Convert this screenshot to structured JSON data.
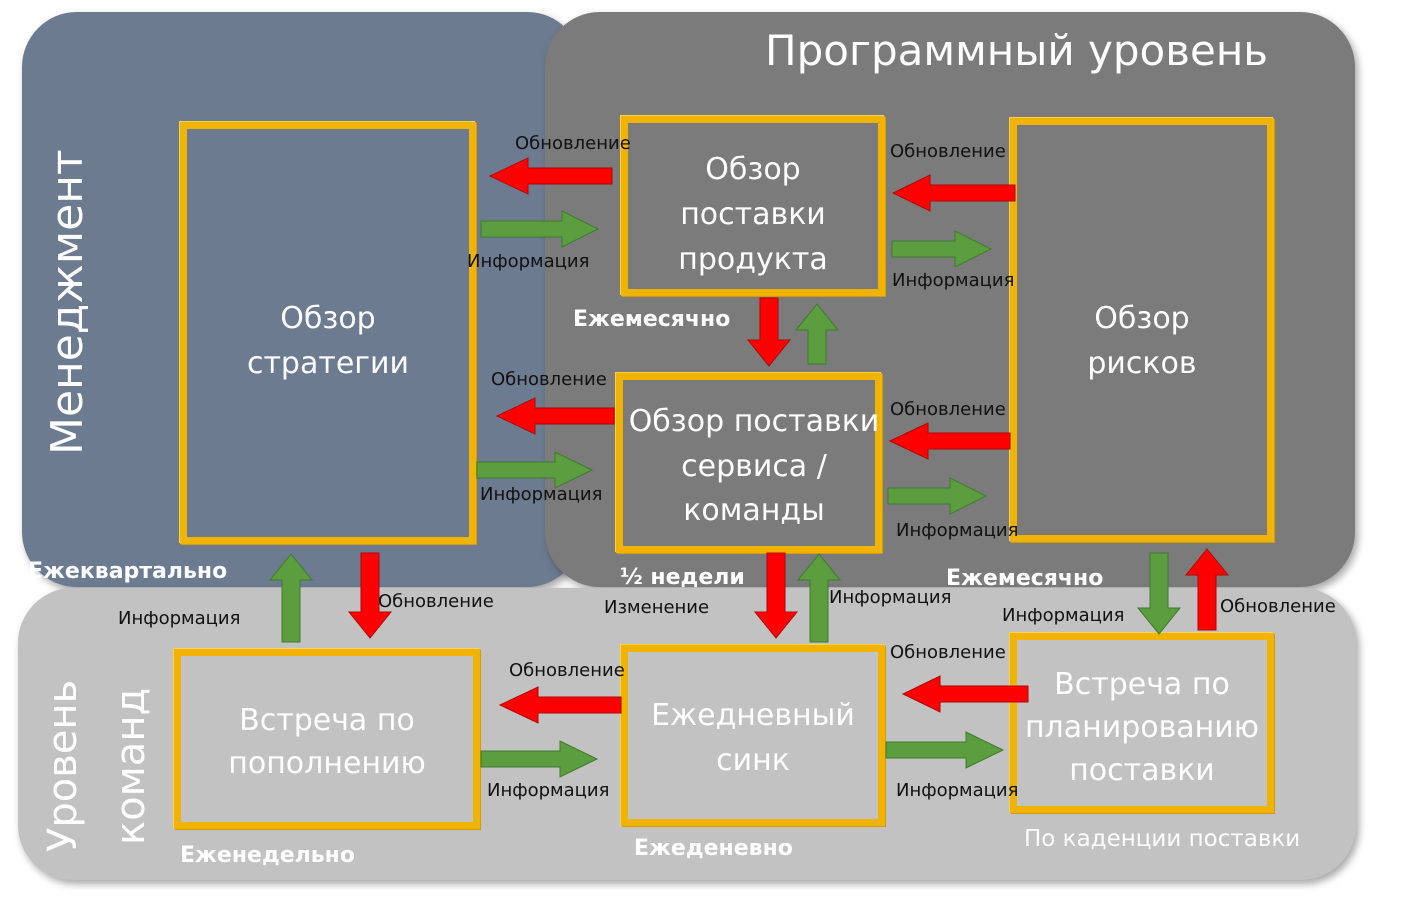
{
  "panels": {
    "management": "Менеджмент",
    "program": "Программный уровень",
    "team_line1": "Уровень",
    "team_line2": "команд"
  },
  "boxes": {
    "strategy": [
      "Обзор",
      "стратегии"
    ],
    "product_delivery": [
      "Обзор",
      "поставки",
      "продукта"
    ],
    "service_delivery": [
      "Обзор поставки",
      "сервиса / команды"
    ],
    "risk": [
      "Обзор",
      "рисков"
    ],
    "replenishment": [
      "Встреча по",
      "пополнению"
    ],
    "daily_sync": [
      "Ежедневный",
      "синк"
    ],
    "delivery_planning": [
      "Встреча по",
      "планированию",
      "поставки"
    ]
  },
  "labels": {
    "update": "Обновление",
    "info": "Информация",
    "change": "Изменение"
  },
  "frequencies": {
    "quarterly": "Ежеквартально",
    "monthly_product": "Ежемесячно",
    "half_week": "½ недели",
    "monthly_risk": "Ежемесячно",
    "weekly": "Еженедельно",
    "daily": "Ежеденевно",
    "delivery_cadence": "По каденции поставки"
  },
  "colors": {
    "update_arrow": "#ff0000",
    "info_arrow": "#5b9d3f",
    "box_border": "#f0b400",
    "management_bg": "#6d7b91",
    "program_bg": "#7b7b7b",
    "team_bg": "#c2c2c2"
  }
}
